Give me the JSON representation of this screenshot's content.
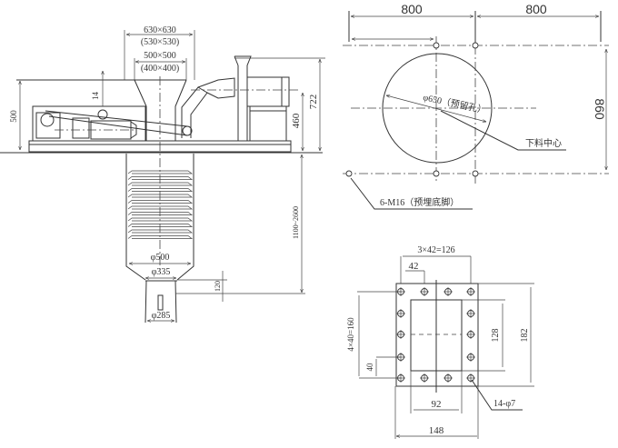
{
  "side_view": {
    "hopper_top_outer": "630×630",
    "hopper_top_outer_alt": "(530×530)",
    "hopper_top_inner": "500×500",
    "hopper_top_inner_alt": "(400×400)",
    "dim_14": "14",
    "dim_500": "500",
    "dim_722": "722",
    "dim_460": "460",
    "dim_length": "1100~2600",
    "dim_phi500": "φ500",
    "dim_phi335": "φ335",
    "dim_120": "120",
    "dim_phi285": "φ285"
  },
  "foundation_plan": {
    "dim_800_left": "800",
    "dim_800_right": "800",
    "dim_860": "860",
    "hole_label": "φ650（预留孔）",
    "discharge_center": "下料中心",
    "anchor_bolts": "6-M16（预埋底脚）"
  },
  "flange_detail": {
    "pitch_top": "3×42=126",
    "dim_42": "42",
    "pitch_side": "4×40=160",
    "dim_40": "40",
    "dim_128": "128",
    "dim_182": "182",
    "dim_92": "92",
    "dim_148": "148",
    "holes": "14-φ7"
  }
}
